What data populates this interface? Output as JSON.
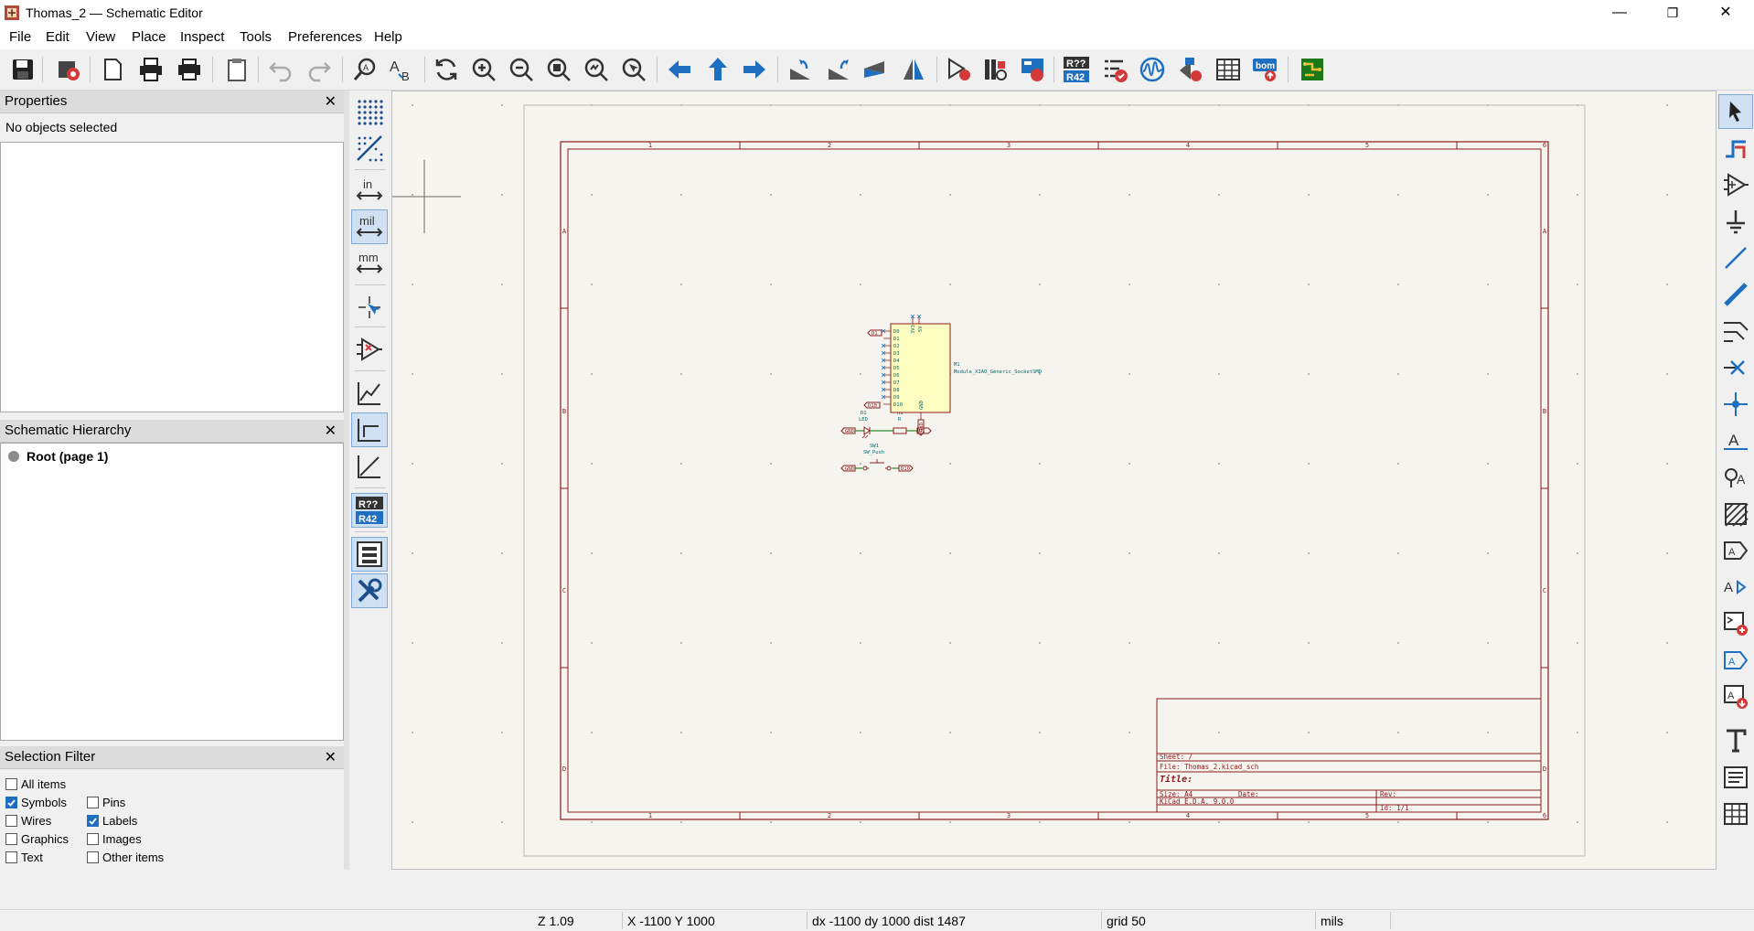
{
  "window": {
    "title": "Thomas_2 — Schematic Editor",
    "minimize": "—",
    "restore": "❐",
    "close": "✕"
  },
  "menu": [
    "File",
    "Edit",
    "View",
    "Place",
    "Inspect",
    "Tools",
    "Preferences",
    "Help"
  ],
  "toolbar_icons": [
    "save-icon",
    "schematic-setup-icon",
    "page-settings-icon",
    "print-icon",
    "plot-icon",
    "paste-icon",
    "undo-icon",
    "redo-icon",
    "find-icon",
    "find-replace-icon",
    "refresh-icon",
    "zoom-in-icon",
    "zoom-out-icon",
    "zoom-fit-icon",
    "zoom-objects-icon",
    "zoom-selection-icon",
    "navigate-back-icon",
    "navigate-up-icon",
    "navigate-forward-icon",
    "rotate-ccw-icon",
    "rotate-cw-icon",
    "mirror-horizontal-icon",
    "mirror-vertical-icon",
    "symbol-editor-icon",
    "symbol-library-icon",
    "symbol-fields-icon",
    "annotate-icon",
    "erc-icon",
    "simulator-icon",
    "footprint-assign-icon",
    "field-table-icon",
    "bom-icon",
    "pcb-editor-icon"
  ],
  "properties": {
    "title": "Properties",
    "close": "✕",
    "status": "No objects selected"
  },
  "hierarchy": {
    "title": "Schematic Hierarchy",
    "close": "✕",
    "root": "Root (page 1)"
  },
  "selection_filter": {
    "title": "Selection Filter",
    "close": "✕",
    "items": [
      {
        "label": "All items",
        "checked": false
      },
      {
        "label": "Symbols",
        "checked": true
      },
      {
        "label": "Pins",
        "checked": false
      },
      {
        "label": "Wires",
        "checked": false
      },
      {
        "label": "Labels",
        "checked": true
      },
      {
        "label": "Graphics",
        "checked": false
      },
      {
        "label": "Images",
        "checked": false
      },
      {
        "label": "Text",
        "checked": false
      },
      {
        "label": "Other items",
        "checked": false
      }
    ]
  },
  "left_tools": [
    {
      "icon": "grid-dots-icon",
      "text": "",
      "active": true
    },
    {
      "icon": "grid-overrides-icon",
      "text": "",
      "active": true
    },
    {
      "icon": "unit-inches-icon",
      "text": "in",
      "active": false
    },
    {
      "icon": "unit-mils-icon",
      "text": "mil",
      "active": true
    },
    {
      "icon": "unit-mm-icon",
      "text": "mm",
      "active": false
    },
    {
      "icon": "cursor-crosshair-icon",
      "text": "",
      "active": false
    },
    {
      "icon": "hidden-pins-icon",
      "text": "",
      "active": false
    },
    {
      "icon": "line-any-angle-icon",
      "text": "",
      "active": false
    },
    {
      "icon": "line-90-icon",
      "text": "",
      "active": true
    },
    {
      "icon": "line-45-icon",
      "text": "",
      "active": false
    },
    {
      "icon": "annotation-toggle-icon",
      "text": "",
      "active": true
    },
    {
      "icon": "hierarchy-panel-icon",
      "text": "",
      "active": true
    },
    {
      "icon": "properties-panel-icon",
      "text": "",
      "active": true
    }
  ],
  "right_tools": [
    "select-arrow-icon",
    "highlight-net-icon",
    "add-symbol-icon",
    "add-power-icon",
    "add-wire-icon",
    "add-bus-icon",
    "add-bus-entry-icon",
    "no-connect-icon",
    "junction-icon",
    "net-label-icon",
    "net-class-directive-icon",
    "global-label-icon",
    "hierarchical-label-icon",
    "add-sheet-icon",
    "import-sheet-pin-icon",
    "add-sheet-pin-icon",
    "add-text-icon",
    "add-textbox-icon",
    "add-table-icon"
  ],
  "sheet": {
    "columns": [
      "1",
      "2",
      "3",
      "4",
      "5",
      "6"
    ],
    "rows": [
      "A",
      "B",
      "C",
      "D"
    ],
    "titleblock": {
      "sheet": "Sheet: /",
      "file": "File: Thomas_2.kicad_sch",
      "title": "Title:",
      "size": "Size: A4",
      "date": "Date:",
      "rev": "Rev:",
      "tool": "KiCad E.D.A. 9.0.0",
      "id": "Id: 1/1"
    }
  },
  "schematic": {
    "led_ref": "D1",
    "led_value": "LED",
    "resistor_ref": "R1",
    "resistor_value": "R",
    "switch_ref": "SW1",
    "switch_value": "SW_Push",
    "module_ref": "M1",
    "module_value": "Module_XIAO_Generic_SocketSMD",
    "labels": [
      "GND",
      "D1",
      "D1",
      "GND",
      "D10",
      "D10",
      "GND"
    ],
    "module_pins_left": [
      "D0",
      "D1",
      "D2",
      "D3",
      "D4",
      "D5",
      "D6",
      "D7",
      "D8",
      "D9",
      "D10"
    ],
    "module_pins_top": [
      "3V3",
      "5V"
    ],
    "module_pin_bottom": "GND"
  },
  "status": {
    "zoom": "Z 1.09",
    "coords": "X -1100  Y 1000",
    "delta": "dx -1100  dy 1000  dist 1487",
    "grid": "grid 50",
    "units": "mils"
  },
  "colors": {
    "sheet_border": "#8b1c1c",
    "wire": "#2d8a2d",
    "symbol_body": "#ffffc2",
    "symbol_outline": "#8b1c1c",
    "text_teal": "#006a6a",
    "active_tool": "#cfe0f2"
  }
}
